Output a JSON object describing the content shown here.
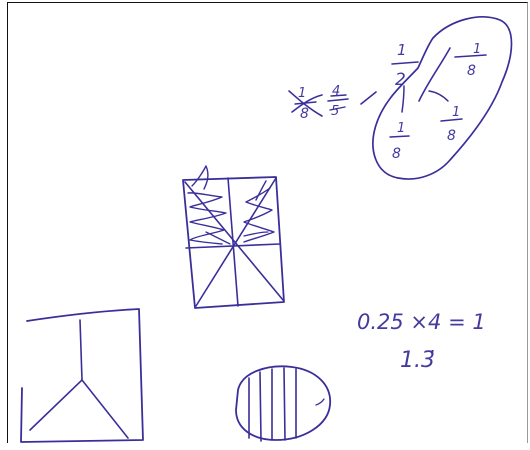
{
  "colors": {
    "ink": "#3a2f9a",
    "frame": "#111111",
    "paper": "#ffffff"
  },
  "fractions": {
    "crossed_one": "1",
    "crossed_eight": "8",
    "crossed_four": "4",
    "crossed_five": "5",
    "half_numerator": "1",
    "half_denominator": "2",
    "eighth_top_numerator": "1",
    "eighth_top_denominator": "8",
    "eighth_middle_numerator": "1",
    "eighth_middle_denominator": "8",
    "eighth_left_numerator": "1",
    "eighth_left_denominator": "8"
  },
  "equation": {
    "line1": "0.25 ×4 = 1",
    "line2": "1.3̇"
  }
}
